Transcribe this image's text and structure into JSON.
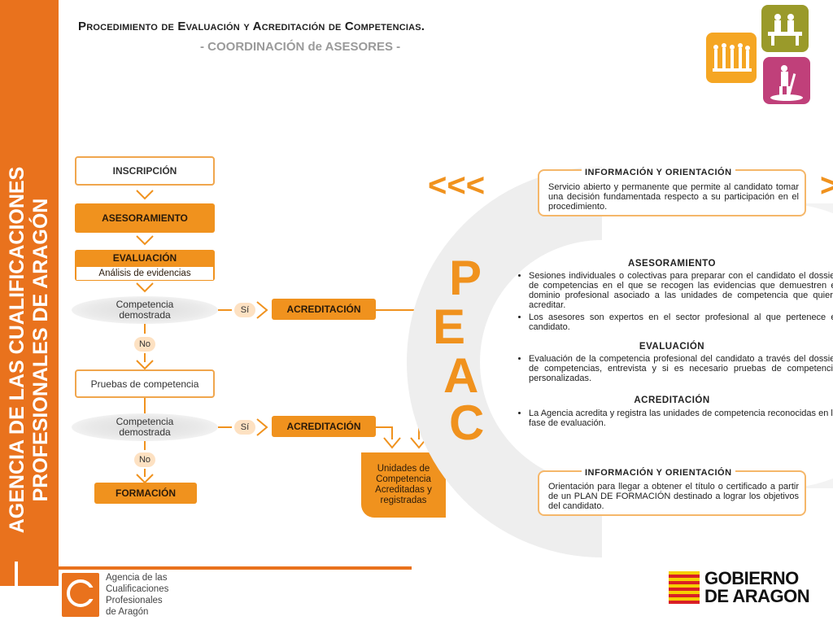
{
  "sidebar": {
    "line1": "AGENCIA DE LAS CUALIFICACIONES",
    "line2": "PROFESIONALES DE ARAGÓN"
  },
  "header": {
    "title": "Procedimiento de Evaluación y Acreditación de Competencias.",
    "subtitle": "- COORDINACIÓN de ASESORES -"
  },
  "flow": {
    "inscripcion": "INSCRIPCIÓN",
    "asesoramiento": "ASESORAMIENTO",
    "evaluacion": "EVALUACIÓN",
    "analisis": "Análisis de evidencias",
    "competencia_1": "Competencia demostrada",
    "si_1": "Sí",
    "acreditacion_1": "ACREDITACIÓN",
    "no_1": "No",
    "pruebas": "Pruebas de competencia",
    "competencia_2": "Competencia demostrada",
    "si_2": "Sí",
    "acreditacion_2": "ACREDITACIÓN",
    "no_2": "No",
    "formacion": "FORMACIÓN",
    "unidades": "Unidades de Competencia Acreditadas y registradas"
  },
  "peac": {
    "letters": [
      "P",
      "E",
      "A",
      "C"
    ],
    "chevrons": "<<<",
    "chevron_right": ">"
  },
  "info_top": {
    "title": "INFORMACIÓN Y ORIENTACIÓN",
    "text": "Servicio abierto y permanente que permite al candidato tomar una decisión fundamentada respecto a su participación en el procedimiento."
  },
  "asesoramiento": {
    "title": "ASESORAMIENTO",
    "bullets": [
      "Sesiones individuales o colectivas para preparar con el candidato el dossier de competencias en el que se recogen las evidencias que demuestren el dominio profesional asociado a las unidades de competencia que quiere acreditar.",
      "Los asesores son expertos en el sector profesional al que pertenece el candidato."
    ]
  },
  "evaluacion": {
    "title": "EVALUACIÓN",
    "bullets": [
      "Evaluación de la competencia profesional del candidato a través del dossier de competencias, entrevista y si es necesario pruebas de competencia personalizadas."
    ]
  },
  "acreditacion": {
    "title": "ACREDITACIÓN",
    "bullets": [
      "La Agencia acredita y registra las unidades de competencia reconocidas en la fase de evaluación."
    ]
  },
  "info_bottom": {
    "title": "INFORMACIÓN Y ORIENTACIÓN",
    "text": "Orientación para llegar a obtener el título o certificado a partir de un PLAN DE FORMACIÓN destinado a lograr los objetivos del candidato."
  },
  "footer": {
    "agency_logo_letters": "CA",
    "agency_name": [
      "Agencia de las",
      "Cualificaciones",
      "Profesionales",
      "de Aragón"
    ],
    "gobierno": [
      "GOBIERNO",
      "DE ARAGON"
    ]
  },
  "colors": {
    "orange": "#e9721d",
    "flow_orange": "#f0921e",
    "icon_olive": "#9a9a2a",
    "icon_orange": "#f5a623",
    "icon_magenta": "#c0407a"
  }
}
